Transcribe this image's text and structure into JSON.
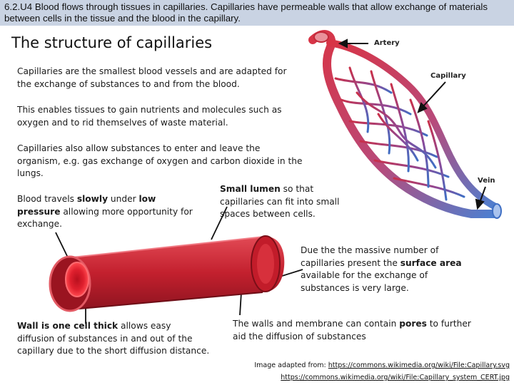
{
  "banner": "6.2.U4 Blood flows through tissues in capillaries. Capillaries have permeable walls that allow exchange of materials between cells in the tissue and the blood in the capillary.",
  "title": "The structure of capillaries",
  "para1": "Capillaries are the smallest blood vessels and are adapted for the exchange of substances to and from the blood.",
  "para2": "This enables tissues to gain nutrients and molecules such as oxygen and to rid themselves of waste material.",
  "para3": "Capillaries also allow substances to enter and leave the organism, e.g. gas exchange of oxygen and carbon dioxide in the lungs.",
  "slow": {
    "t1": "Blood travels ",
    "b1": "slowly",
    "t2": " under ",
    "b2": "low pressure",
    "t3": " allowing more opportunity for exchange."
  },
  "lumen": {
    "b1": "Small lumen",
    "t1": " so that capillaries can fit into small spaces between cells."
  },
  "surface": {
    "t1": "Due the the massive number of capillaries present the ",
    "b1": "surface area",
    "t2": " available for the exchange of substances is very large."
  },
  "wall": {
    "b1": "Wall is one cell thick",
    "t1": " allows easy diffusion of substances in and out of the capillary due to the short diffusion distance."
  },
  "pores": {
    "t1": "The walls and membrane can contain ",
    "b1": "pores",
    "t2": " to further aid the diffusion of substances"
  },
  "labels": {
    "artery": "Artery",
    "capillary": "Capillary",
    "vein": "Vein"
  },
  "source": {
    "prefix": "Image adapted from: ",
    "link1": "https://commons.wikimedia.org/wiki/File:Capillary.svg",
    "link2": "https://commons.wikimedia.org/wiki/File:Capillary_system_CERT.jpg"
  },
  "colors": {
    "banner": "#c9d3e3",
    "artery": "#d23a48",
    "vein": "#4f7fd0"
  }
}
